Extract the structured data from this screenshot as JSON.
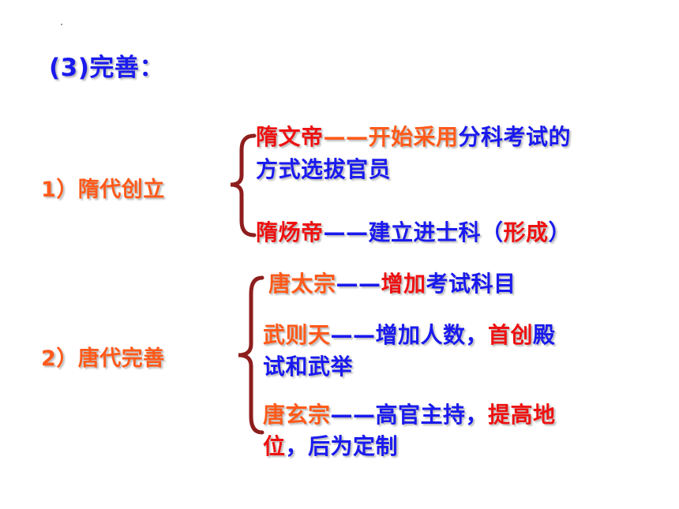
{
  "colors": {
    "blue": "#1a1aee",
    "orange": "#ff5a1a",
    "red": "#ee1111",
    "brace": "#8e1e1e"
  },
  "title": {
    "num": "(3)",
    "text": "完善："
  },
  "sui": {
    "label": "1）隋代创立",
    "wendi": {
      "name": "隋文帝",
      "dash": "——",
      "part1": "开始采用",
      "part2": "分科考试的",
      "line2": "方式选拔官员"
    },
    "yangdi": {
      "name": "隋炀帝",
      "dash": "——",
      "part1": "建立进士科（",
      "part2": "形成",
      "part3": "）"
    }
  },
  "tang": {
    "label": "2）唐代完善",
    "taizong": {
      "name": "唐太宗",
      "dash": "——",
      "part1": "增加",
      "part2": "考试科目"
    },
    "wuzetian": {
      "name": "武则天",
      "dash": "——",
      "part1": "增加人数，",
      "part2": "首创",
      "part3": "殿",
      "line2": "试和武举"
    },
    "xuanzong": {
      "name": "唐玄宗",
      "dash": "——",
      "part1": "高官主持，",
      "part2": "提高地",
      "line2a": "位",
      "line2b": "，后为定制"
    }
  }
}
